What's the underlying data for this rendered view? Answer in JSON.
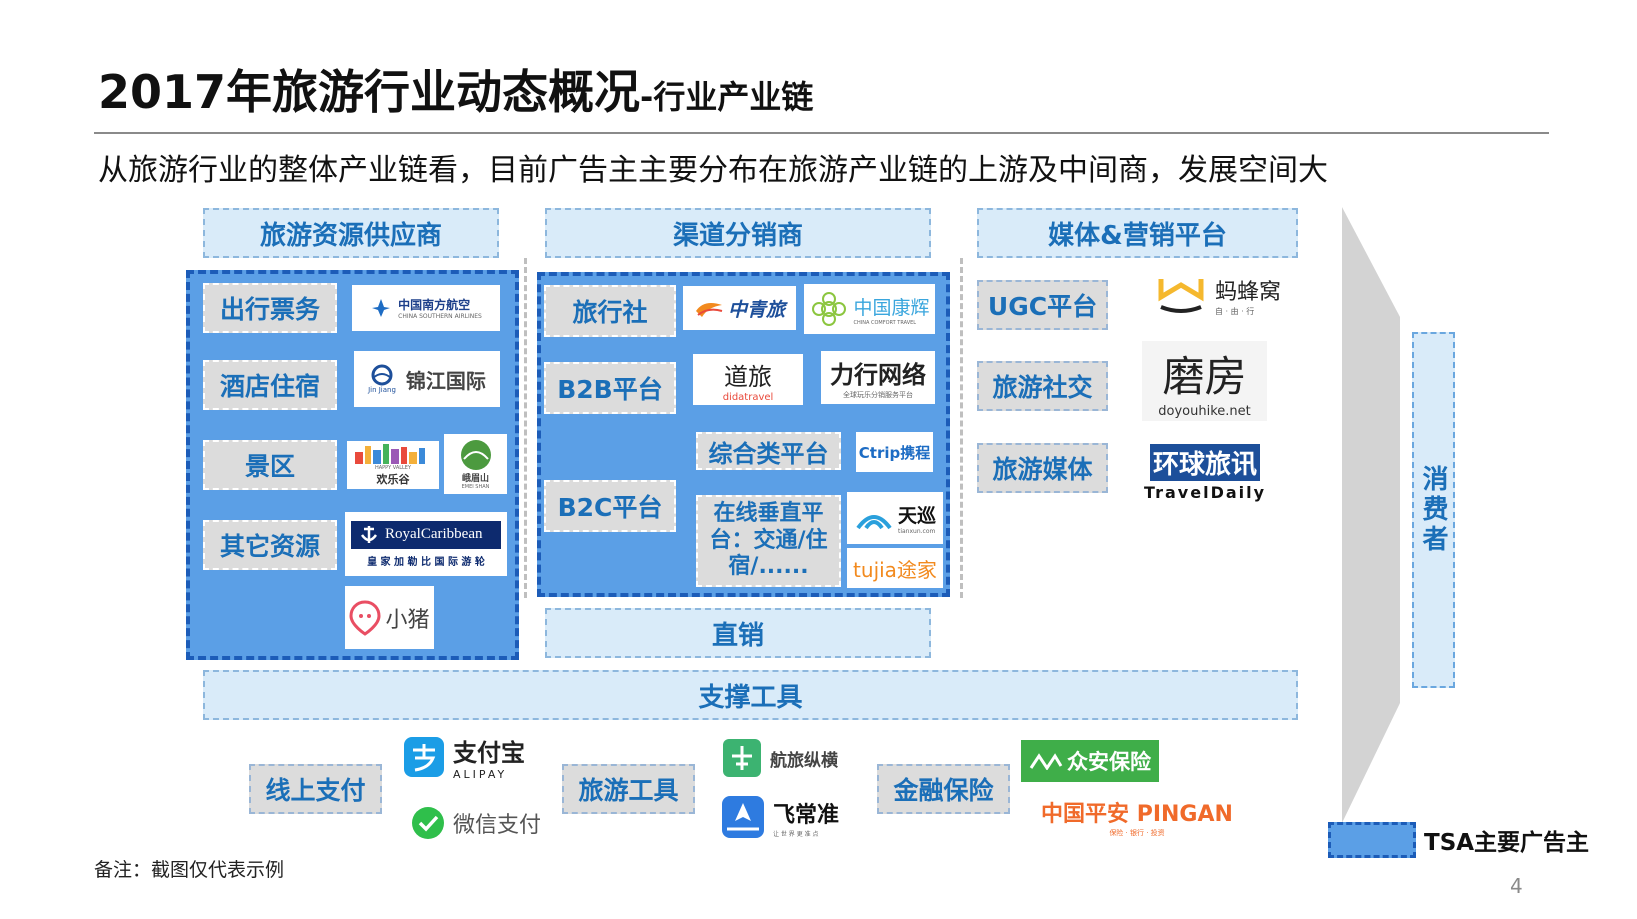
{
  "header": {
    "title_main": "2017年旅游行业动态概况",
    "title_sub": "-行业产业链",
    "subtitle": "从旅游行业的整体产业链看，目前广告主主要分布在旅游产业链的上游及中间商，发展空间大"
  },
  "columns": {
    "supply": "旅游资源供应商",
    "channel": "渠道分销商",
    "media": "媒体&营销平台"
  },
  "supply": {
    "items": [
      "出行票务",
      "酒店住宿",
      "景区",
      "其它资源"
    ],
    "logos": {
      "csair": {
        "text": "中国南方航空",
        "sub": "CHINA SOUTHERN AIRLINES"
      },
      "jinjiang": {
        "text": "锦江国际",
        "sub": "Jin Jiang"
      },
      "happyvalley": {
        "text": "欢乐谷",
        "sub": "HAPPY VALLEY"
      },
      "emei": {
        "text": "峨眉山",
        "sub": "EMEI SHAN"
      },
      "royal": {
        "text": "RoyalCaribbean",
        "sub": "皇 家 加 勒 比 国 际 游 轮"
      },
      "xiaozhu": {
        "text": "小猪",
        "sub": ""
      }
    }
  },
  "channel": {
    "items": {
      "agency": "旅行社",
      "b2b": "B2B平台",
      "comprehensive": "综合类平台",
      "b2c": "B2C平台",
      "vertical": "在线垂直平台：交通/住宿/......",
      "direct": "直销"
    },
    "logos": {
      "zhonglv": {
        "text": "中青旅",
        "sub": ""
      },
      "cct": {
        "text": "中国康辉",
        "sub": "CHINA COMFORT TRAVEL"
      },
      "dida": {
        "text": "道旅",
        "sub": "didatravel"
      },
      "lixing": {
        "text": "力行网络",
        "sub": "全球玩乐分销服务平台"
      },
      "ctrip": {
        "text": "Ctrip携程",
        "sub": ""
      },
      "tianxun": {
        "text": "天巡",
        "sub": "tianxun.com"
      },
      "tujia": {
        "text": "tujia途家",
        "sub": ""
      }
    }
  },
  "media": {
    "items": [
      "UGC平台",
      "旅游社交",
      "旅游媒体"
    ],
    "logos": {
      "mafengwo": {
        "text": "蚂蜂窝",
        "sub": "自 · 由 · 行"
      },
      "doyouhike": {
        "text": "磨房",
        "sub": "doyouhike.net"
      },
      "traveldaily": {
        "text": "环球旅讯",
        "sub": "TravelDaily"
      }
    }
  },
  "support": {
    "label": "支撑工具",
    "items": [
      "线上支付",
      "旅游工具",
      "金融保险"
    ],
    "logos": {
      "alipay": {
        "text": "支付宝",
        "sub": "ALIPAY"
      },
      "wechatpay": {
        "text": "微信支付",
        "sub": ""
      },
      "hanglv": {
        "text": "航旅纵横",
        "sub": ""
      },
      "feichangzhun": {
        "text": "飞常准",
        "sub": "让 世 界 更 准 点"
      },
      "zhongan": {
        "text": "众安保险",
        "sub": ""
      },
      "pingan": {
        "text": "中国平安 PINGAN",
        "sub": "保险 · 银行 · 投资"
      }
    }
  },
  "consumer": "消费者",
  "legend": {
    "label": "TSA主要广告主"
  },
  "note": "备注：截图仅代表示例",
  "page_number": "4",
  "colors": {
    "header_blue": "#1b6fb8",
    "box_fill": "#5b9fe6",
    "box_border": "#1c5cb8",
    "header_fill": "#d9ebf9",
    "item_fill": "#dcdcdc"
  }
}
